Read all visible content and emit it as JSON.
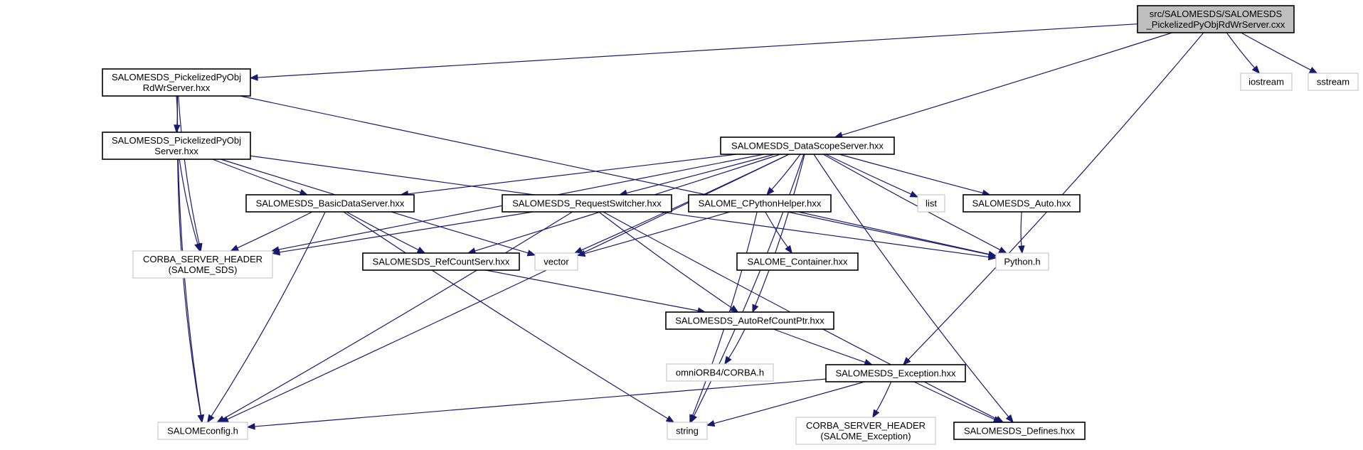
{
  "diagram": {
    "type": "include-dependency-graph",
    "colors": {
      "edge": "#191970",
      "root_fill": "#bfbfbf",
      "node_border": "#000000",
      "external_border": "#bfbfbf"
    },
    "nodes": [
      {
        "id": "root",
        "kind": "root",
        "lines": [
          "src/SALOMESDS/SALOMESDS",
          "_PickelizedPyObjRdWrServer.cxx"
        ]
      },
      {
        "id": "rdwr",
        "kind": "local",
        "lines": [
          "SALOMESDS_PickelizedPyObj",
          "RdWrServer.hxx"
        ]
      },
      {
        "id": "iostream",
        "kind": "external",
        "lines": [
          "iostream"
        ]
      },
      {
        "id": "sstream",
        "kind": "external",
        "lines": [
          "sstream"
        ]
      },
      {
        "id": "pyobjserver",
        "kind": "local",
        "lines": [
          "SALOMESDS_PickelizedPyObj",
          "Server.hxx"
        ]
      },
      {
        "id": "datascope",
        "kind": "local",
        "lines": [
          "SALOMESDS_DataScopeServer.hxx"
        ]
      },
      {
        "id": "basic",
        "kind": "local",
        "lines": [
          "SALOMESDS_BasicDataServer.hxx"
        ]
      },
      {
        "id": "switcher",
        "kind": "local",
        "lines": [
          "SALOMESDS_RequestSwitcher.hxx"
        ]
      },
      {
        "id": "cpython",
        "kind": "local",
        "lines": [
          "SALOME_CPythonHelper.hxx"
        ]
      },
      {
        "id": "list",
        "kind": "external",
        "lines": [
          "list"
        ]
      },
      {
        "id": "auto",
        "kind": "local",
        "lines": [
          "SALOMESDS_Auto.hxx"
        ]
      },
      {
        "id": "corba_sds",
        "kind": "external",
        "lines": [
          "CORBA_SERVER_HEADER",
          "(SALOME_SDS)"
        ]
      },
      {
        "id": "refcount",
        "kind": "local",
        "lines": [
          "SALOMESDS_RefCountServ.hxx"
        ]
      },
      {
        "id": "vector",
        "kind": "external",
        "lines": [
          "vector"
        ]
      },
      {
        "id": "container",
        "kind": "local",
        "lines": [
          "SALOME_Container.hxx"
        ]
      },
      {
        "id": "python",
        "kind": "external",
        "lines": [
          "Python.h"
        ]
      },
      {
        "id": "autoref",
        "kind": "local",
        "lines": [
          "SALOMESDS_AutoRefCountPtr.hxx"
        ]
      },
      {
        "id": "omniorb",
        "kind": "external",
        "lines": [
          "omniORB4/CORBA.h"
        ]
      },
      {
        "id": "exception",
        "kind": "local",
        "lines": [
          "SALOMESDS_Exception.hxx"
        ]
      },
      {
        "id": "config",
        "kind": "external",
        "lines": [
          "SALOMEconfig.h"
        ]
      },
      {
        "id": "string",
        "kind": "external",
        "lines": [
          "string"
        ]
      },
      {
        "id": "corba_exc",
        "kind": "external",
        "lines": [
          "CORBA_SERVER_HEADER",
          "(SALOME_Exception)"
        ]
      },
      {
        "id": "defines",
        "kind": "local",
        "lines": [
          "SALOMESDS_Defines.hxx"
        ]
      }
    ],
    "edges": [
      [
        "root",
        "rdwr"
      ],
      [
        "root",
        "datascope"
      ],
      [
        "root",
        "exception"
      ],
      [
        "root",
        "iostream"
      ],
      [
        "root",
        "sstream"
      ],
      [
        "rdwr",
        "pyobjserver"
      ],
      [
        "rdwr",
        "corba_sds"
      ],
      [
        "rdwr",
        "config"
      ],
      [
        "rdwr",
        "python"
      ],
      [
        "pyobjserver",
        "basic"
      ],
      [
        "pyobjserver",
        "corba_sds"
      ],
      [
        "pyobjserver",
        "config"
      ],
      [
        "pyobjserver",
        "vector"
      ],
      [
        "pyobjserver",
        "python"
      ],
      [
        "datascope",
        "basic"
      ],
      [
        "datascope",
        "switcher"
      ],
      [
        "datascope",
        "cpython"
      ],
      [
        "datascope",
        "list"
      ],
      [
        "datascope",
        "auto"
      ],
      [
        "datascope",
        "refcount"
      ],
      [
        "datascope",
        "vector"
      ],
      [
        "datascope",
        "python"
      ],
      [
        "datascope",
        "autoref"
      ],
      [
        "datascope",
        "corba_sds"
      ],
      [
        "datascope",
        "config"
      ],
      [
        "datascope",
        "string"
      ],
      [
        "datascope",
        "defines"
      ],
      [
        "basic",
        "corba_sds"
      ],
      [
        "basic",
        "refcount"
      ],
      [
        "basic",
        "config"
      ],
      [
        "basic",
        "string"
      ],
      [
        "switcher",
        "corba_sds"
      ],
      [
        "switcher",
        "autoref"
      ],
      [
        "switcher",
        "config"
      ],
      [
        "switcher",
        "defines"
      ],
      [
        "cpython",
        "container"
      ],
      [
        "cpython",
        "python"
      ],
      [
        "cpython",
        "vector"
      ],
      [
        "cpython",
        "string"
      ],
      [
        "auto",
        "python"
      ],
      [
        "refcount",
        "autoref"
      ],
      [
        "autoref",
        "omniorb"
      ],
      [
        "autoref",
        "exception"
      ],
      [
        "exception",
        "config"
      ],
      [
        "exception",
        "string"
      ],
      [
        "exception",
        "corba_exc"
      ],
      [
        "exception",
        "defines"
      ]
    ]
  }
}
